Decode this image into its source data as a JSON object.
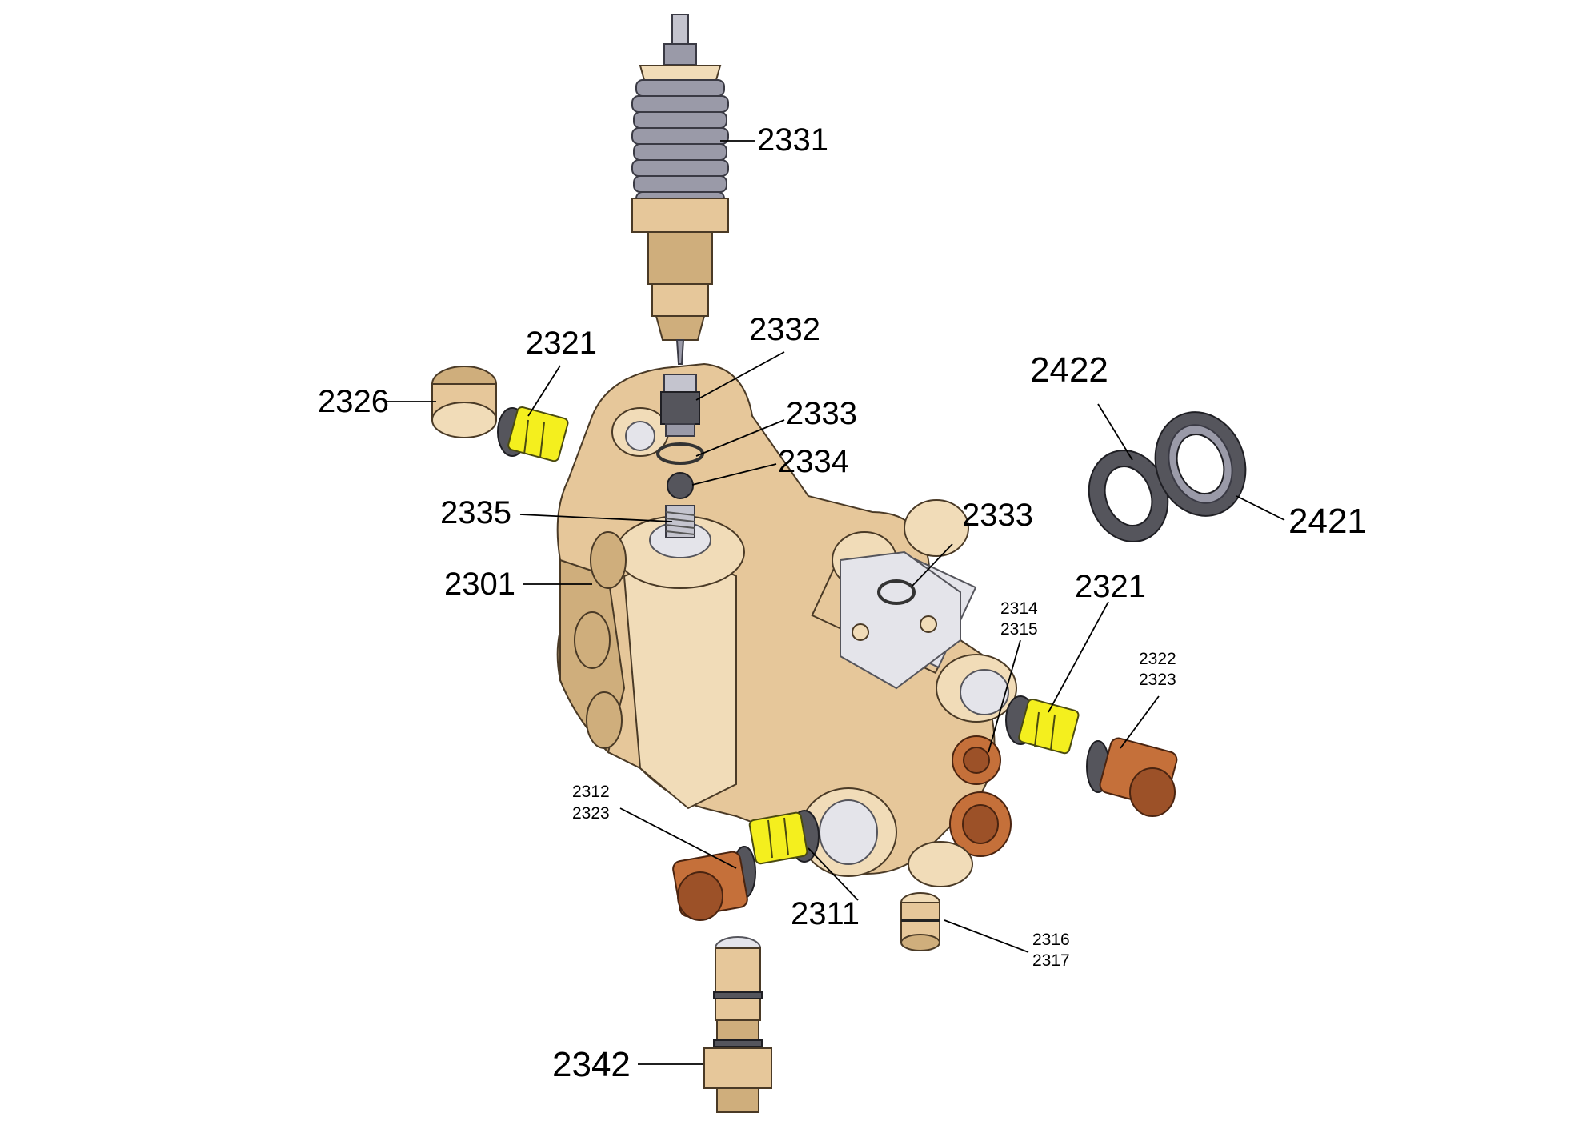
{
  "labels": {
    "p2331": "2331",
    "p2332": "2332",
    "p2321_left": "2321",
    "p2326": "2326",
    "p2333_top": "2333",
    "p2334": "2334",
    "p2335": "2335",
    "p2301": "2301",
    "p2422": "2422",
    "p2421": "2421",
    "p2333_right": "2333",
    "p2314": "2314",
    "p2315": "2315",
    "p2321_right": "2321",
    "p2322": "2322",
    "p2323_right": "2323",
    "p2312": "2312",
    "p2323_left": "2323",
    "p2311": "2311",
    "p2316": "2316",
    "p2317": "2317",
    "p2342": "2342"
  },
  "colors": {
    "body": "#e6c79a",
    "valve_cage": "#f4ef1e",
    "plug": "#c5703a",
    "seal": "#55555c",
    "spring": "#9a9aa8"
  }
}
